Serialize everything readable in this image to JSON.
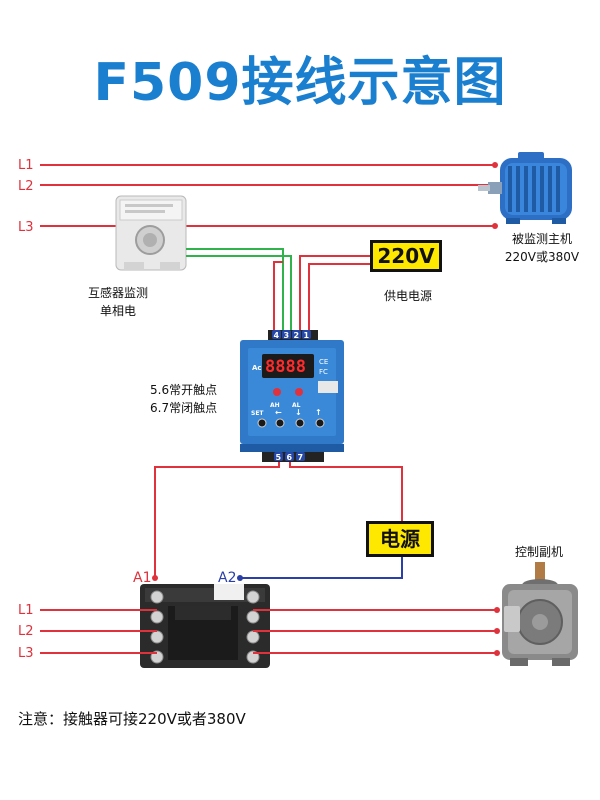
{
  "title": "F509接线示意图",
  "lines_top": [
    "L1",
    "L2",
    "L3"
  ],
  "lines_bottom": [
    "L1",
    "L2",
    "L3"
  ],
  "sensor_label": [
    "互感器监测",
    "单相电"
  ],
  "main_motor_label": [
    "被监测主机",
    "220V或380V"
  ],
  "supply_voltage": "220V",
  "supply_label": "供电电源",
  "contacts_label": [
    "5.6常开触点",
    "6.7常闭触点"
  ],
  "controller": {
    "top_terminals": [
      "4",
      "3",
      "2",
      "1"
    ],
    "bottom_terminals": [
      "5",
      "6",
      "7"
    ],
    "model_tag": "Ac",
    "cert_marks": [
      "CE",
      "FC"
    ],
    "led_labels": [
      "AH",
      "AL"
    ],
    "set_label": "SET",
    "arrow_glyphs": [
      "←",
      "↓",
      "↑"
    ],
    "display": "8888"
  },
  "power_box_label": "电源",
  "coil_terminals": [
    "A1",
    "A2"
  ],
  "aux_motor_label": "控制副机",
  "note": "注意：接触器可接220V或者380V",
  "colors": {
    "title_blue": "#1b7fd0",
    "phase_red": "#e0323c",
    "signal_green": "#2fb34a",
    "coil_blue": "#2a3fa8",
    "label_yellow": "#ffe800"
  }
}
